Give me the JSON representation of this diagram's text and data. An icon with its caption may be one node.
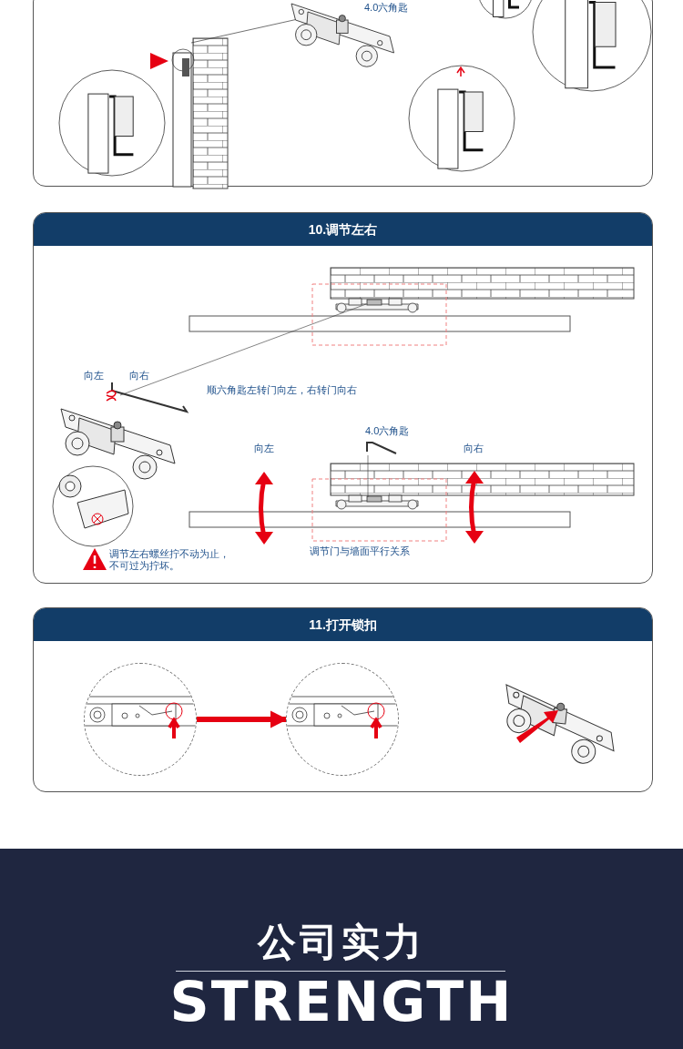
{
  "diagram": {
    "nodes": [
      {
        "text": [
          "10.调节左右"
        ]
      },
      {
        "text": [
          "11.打开锁扣"
        ]
      },
      {
        "text": [],
        "shape": "circle",
        "in": 1
      },
      {
        "text": [],
        "shape": "circle",
        "in": 1
      }
    ],
    "edges": [
      {
        "from": 2,
        "to": 3,
        "arrow": "to"
      }
    ],
    "labels": [
      "4.0六角匙",
      "向左",
      "向右",
      "顺六角匙左转门向左，右转门向右",
      "4.0六角匙",
      "向左",
      "向右",
      "调节门与墙面平行关系",
      "调节左右螺丝拧不动为止，不可过为拧坏。",
      "公司实力",
      "STRENGTH"
    ]
  }
}
